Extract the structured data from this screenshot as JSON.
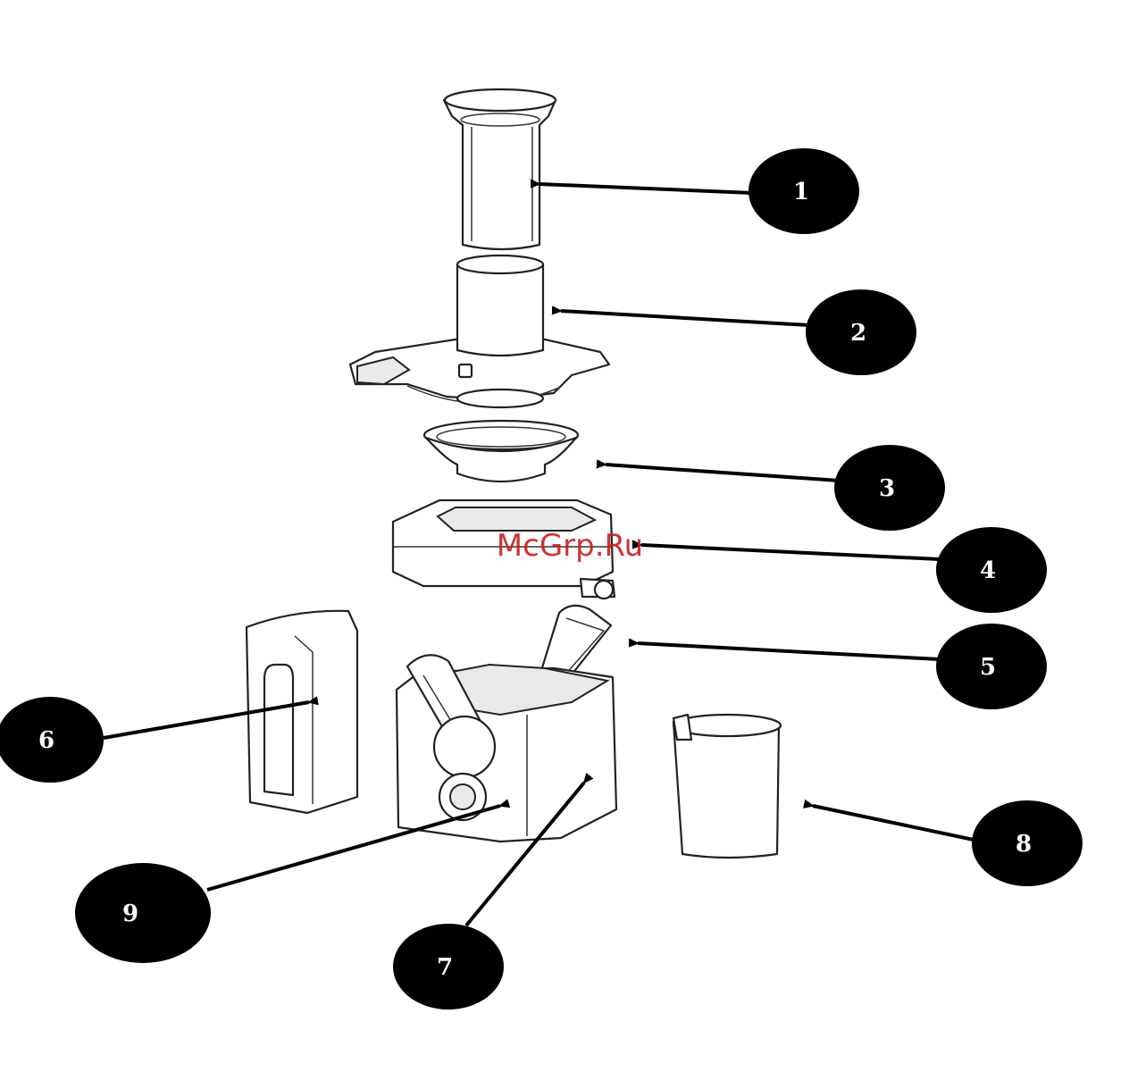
{
  "labels": [
    {
      "id": "1",
      "text": "1"
    },
    {
      "id": "2",
      "text": "2"
    },
    {
      "id": "3",
      "text": "3"
    },
    {
      "id": "4",
      "text": "4"
    },
    {
      "id": "5",
      "text": "5"
    },
    {
      "id": "6",
      "text": "6"
    },
    {
      "id": "7",
      "text": "7"
    },
    {
      "id": "8",
      "text": "8"
    },
    {
      "id": "9",
      "text": "9"
    }
  ],
  "watermark": "McGrp.Ru",
  "colors": {
    "label_fill": "#000000",
    "label_text": "#ffffff",
    "watermark": "#c81e1e"
  }
}
